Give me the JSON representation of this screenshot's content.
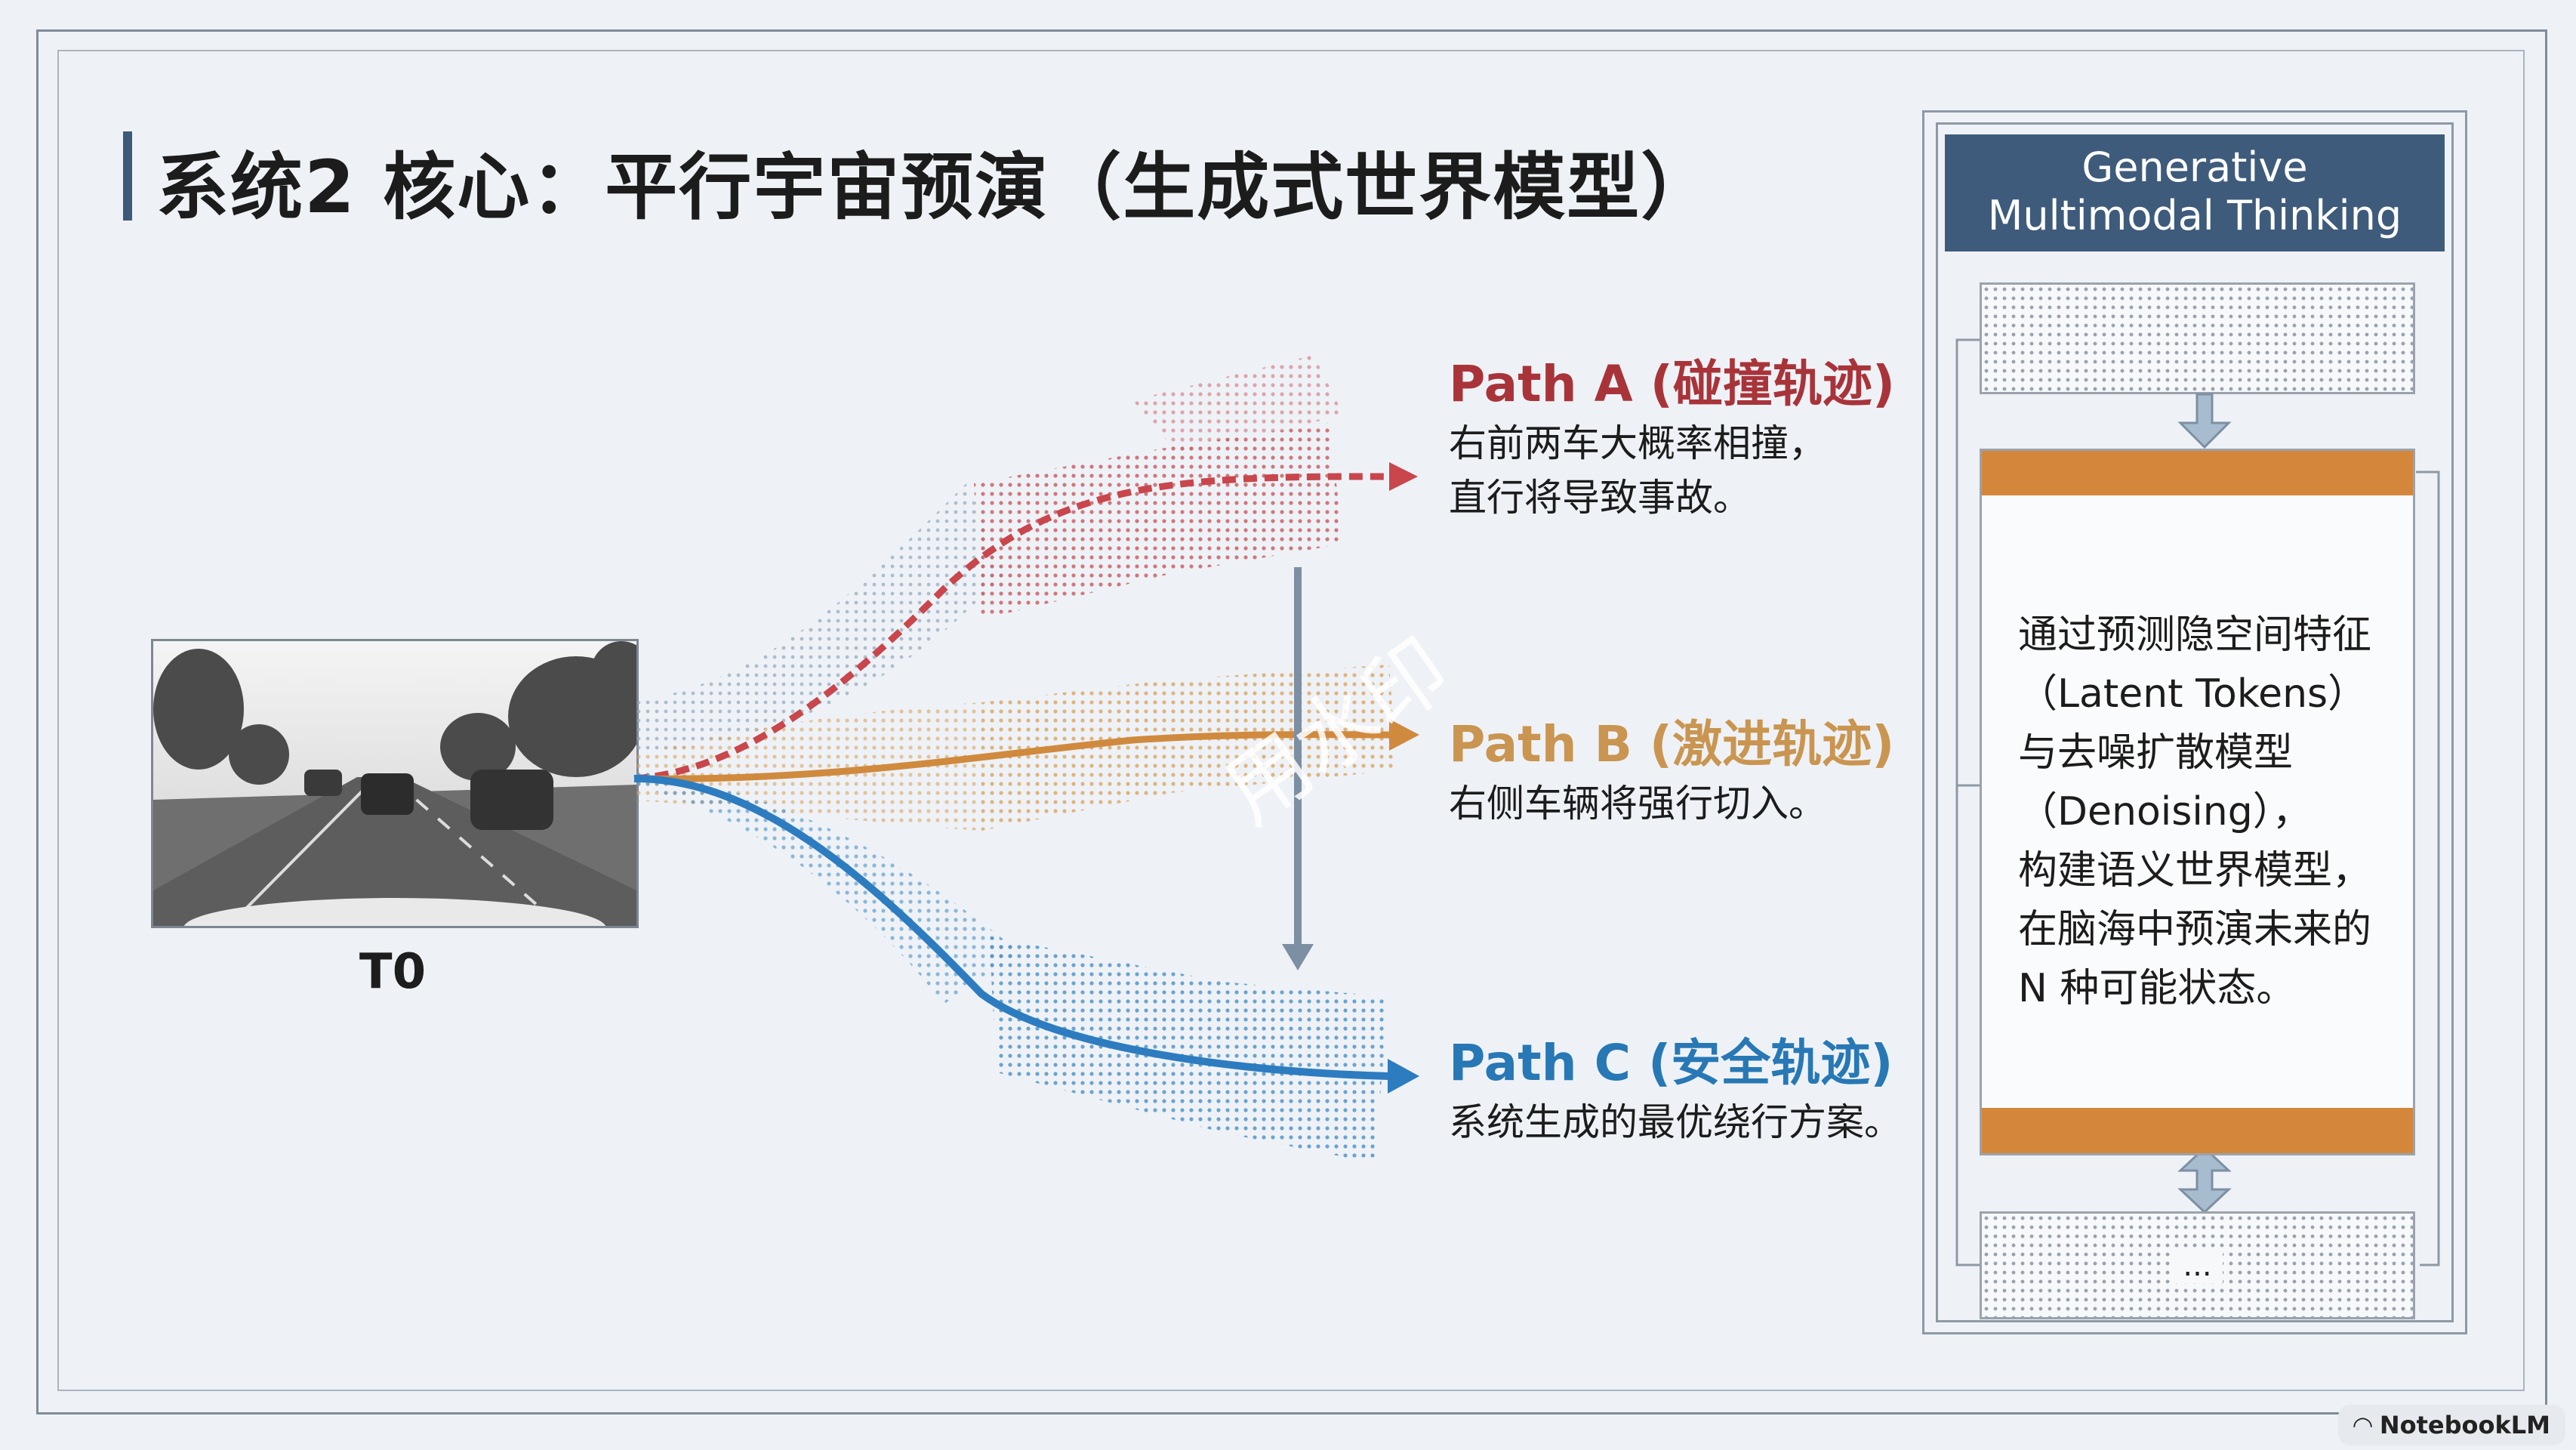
{
  "title": "系统2 核心：平行宇宙预演（生成式世界模型）",
  "input_frame": {
    "label": "T0"
  },
  "paths": [
    {
      "title": "Path A (碰撞轨迹)",
      "lines": [
        "右前两车大概率相撞，",
        "直行将导致事故。"
      ],
      "color": "#a8343a"
    },
    {
      "title": "Path B (激进轨迹)",
      "lines": [
        "右侧车辆将强行切入。"
      ],
      "color": "#c99550"
    },
    {
      "title": "Path C (安全轨迹)",
      "lines": [
        "系统生成的最优绕行方案。"
      ],
      "color": "#2778b5"
    }
  ],
  "panel": {
    "header": [
      "Generative",
      "Multimodal Thinking"
    ],
    "body_lines": [
      "通过预测隐空间特征",
      "（Latent Tokens）",
      "与去噪扩散模型",
      "（Denoising），",
      "构建语义世界模型，",
      "在脑海中预演未来的",
      "N 种可能状态。"
    ],
    "bottom_ellipsis": "...",
    "accent_color": "#d4873a",
    "header_color": "#3e5b7b"
  },
  "watermark": "用水印",
  "branding": {
    "label": "NotebookLM"
  }
}
